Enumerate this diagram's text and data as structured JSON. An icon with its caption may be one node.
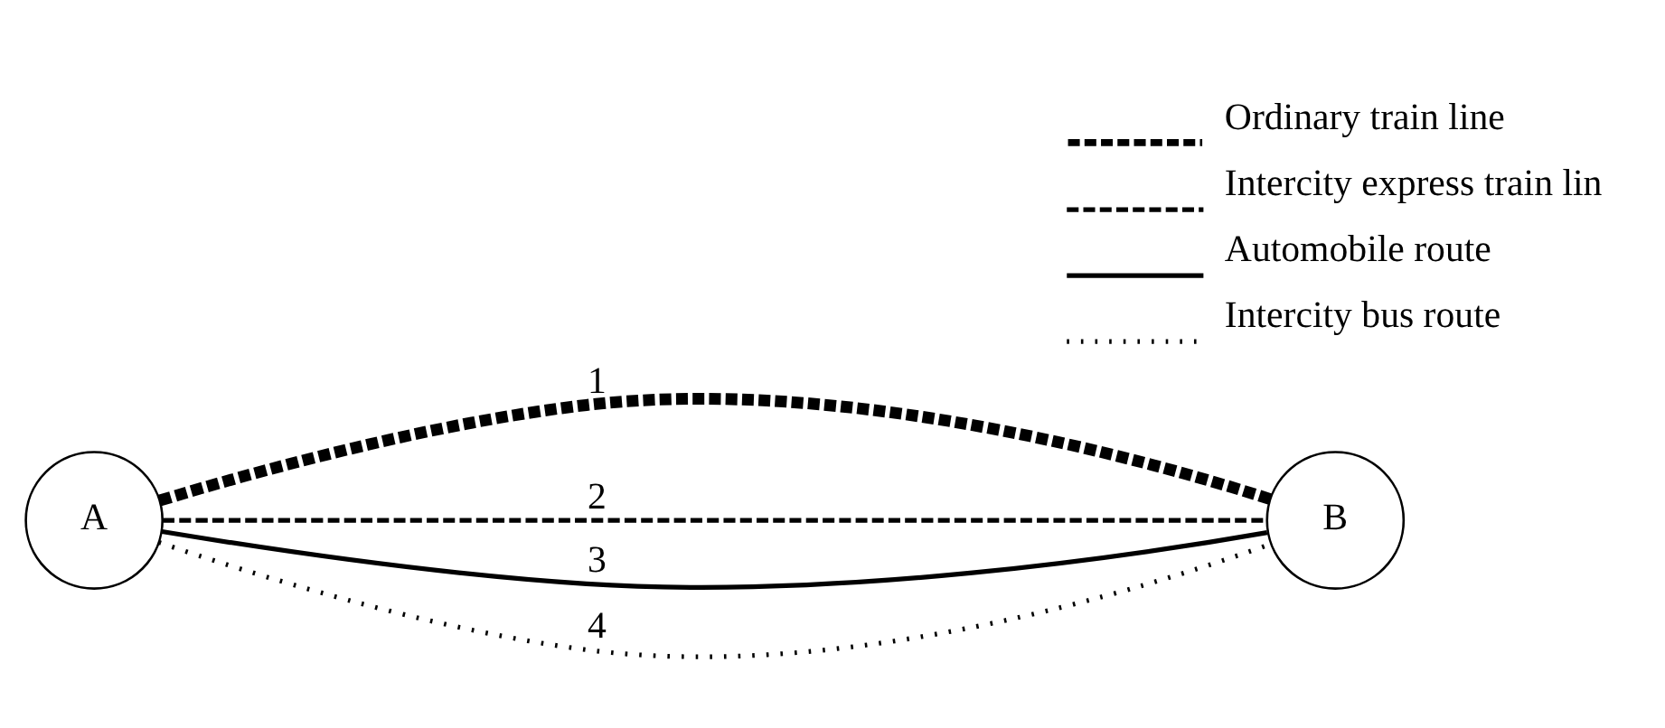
{
  "diagram": {
    "nodes": [
      {
        "text": [
          "A"
        ]
      },
      {
        "text": [
          "B"
        ]
      }
    ],
    "edges": [
      {
        "from": 0,
        "to": 1,
        "arrow": "none",
        "label": "1",
        "style": "dashed"
      },
      {
        "from": 0,
        "to": 1,
        "arrow": "none",
        "label": "2",
        "style": "dashed"
      },
      {
        "from": 0,
        "to": 1,
        "arrow": "none",
        "label": "3"
      },
      {
        "from": 0,
        "to": 1,
        "arrow": "none",
        "label": "4",
        "style": "dashed"
      }
    ],
    "legend": [
      {
        "text": "Ordinary train line"
      },
      {
        "text": "Intercity express train lin"
      },
      {
        "text": "Automobile route"
      },
      {
        "text": "Intercity bus route"
      }
    ]
  }
}
